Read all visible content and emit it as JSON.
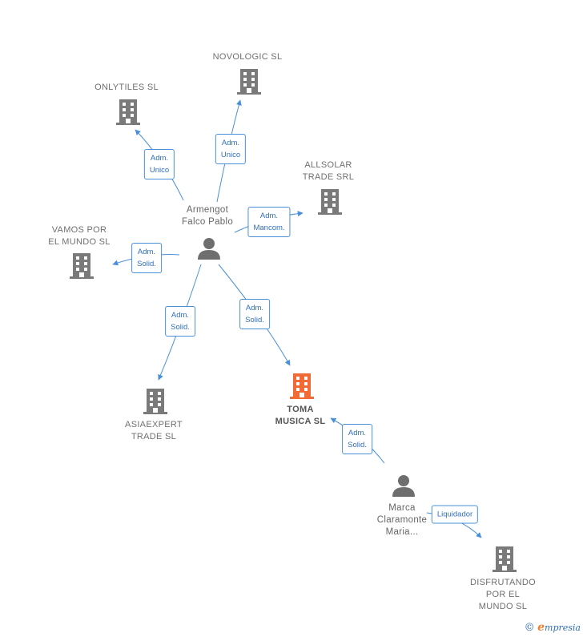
{
  "nodes": {
    "novologic": {
      "label": "NOVOLOGIC SL"
    },
    "onlytiles": {
      "label": "ONLYTILES  SL"
    },
    "allsolar": {
      "label_lines": [
        "ALLSOLAR",
        "TRADE SRL"
      ]
    },
    "vamos": {
      "label_lines": [
        "VAMOS POR",
        "EL MUNDO  SL"
      ]
    },
    "asiaexpert": {
      "label_lines": [
        "ASIAEXPERT",
        "TRADE  SL"
      ]
    },
    "toma": {
      "label_lines": [
        "TOMA",
        "MUSICA  SL"
      ]
    },
    "disfrutando": {
      "label_lines": [
        "DISFRUTANDO",
        "POR EL",
        "MUNDO  SL"
      ]
    },
    "armengot": {
      "label_lines": [
        "Armengot",
        "Falco Pablo"
      ]
    },
    "marca": {
      "label_lines": [
        "Marca",
        "Claramonte",
        "Maria..."
      ]
    }
  },
  "edges": [
    {
      "id": "onlytiles",
      "lines": [
        "Adm.",
        "Unico"
      ]
    },
    {
      "id": "novologic",
      "lines": [
        "Adm.",
        "Unico"
      ]
    },
    {
      "id": "allsolar",
      "lines": [
        "Adm.",
        "Mancom."
      ]
    },
    {
      "id": "vamos",
      "lines": [
        "Adm.",
        "Solid."
      ]
    },
    {
      "id": "asiaexpert",
      "lines": [
        "Adm.",
        "Solid."
      ]
    },
    {
      "id": "toma",
      "lines": [
        "Adm.",
        "Solid."
      ]
    },
    {
      "id": "marca-toma",
      "lines": [
        "Adm.",
        "Solid."
      ]
    },
    {
      "id": "disfrutando",
      "lines": [
        "Liquidador"
      ]
    }
  ],
  "colors": {
    "edge": "#4a90d9",
    "building": "#7a7a7a",
    "building_highlight": "#f26a35",
    "person": "#6e6e6e"
  },
  "footer": {
    "copyright": "©",
    "brand_initial": "e",
    "brand_rest": "mpresia"
  }
}
